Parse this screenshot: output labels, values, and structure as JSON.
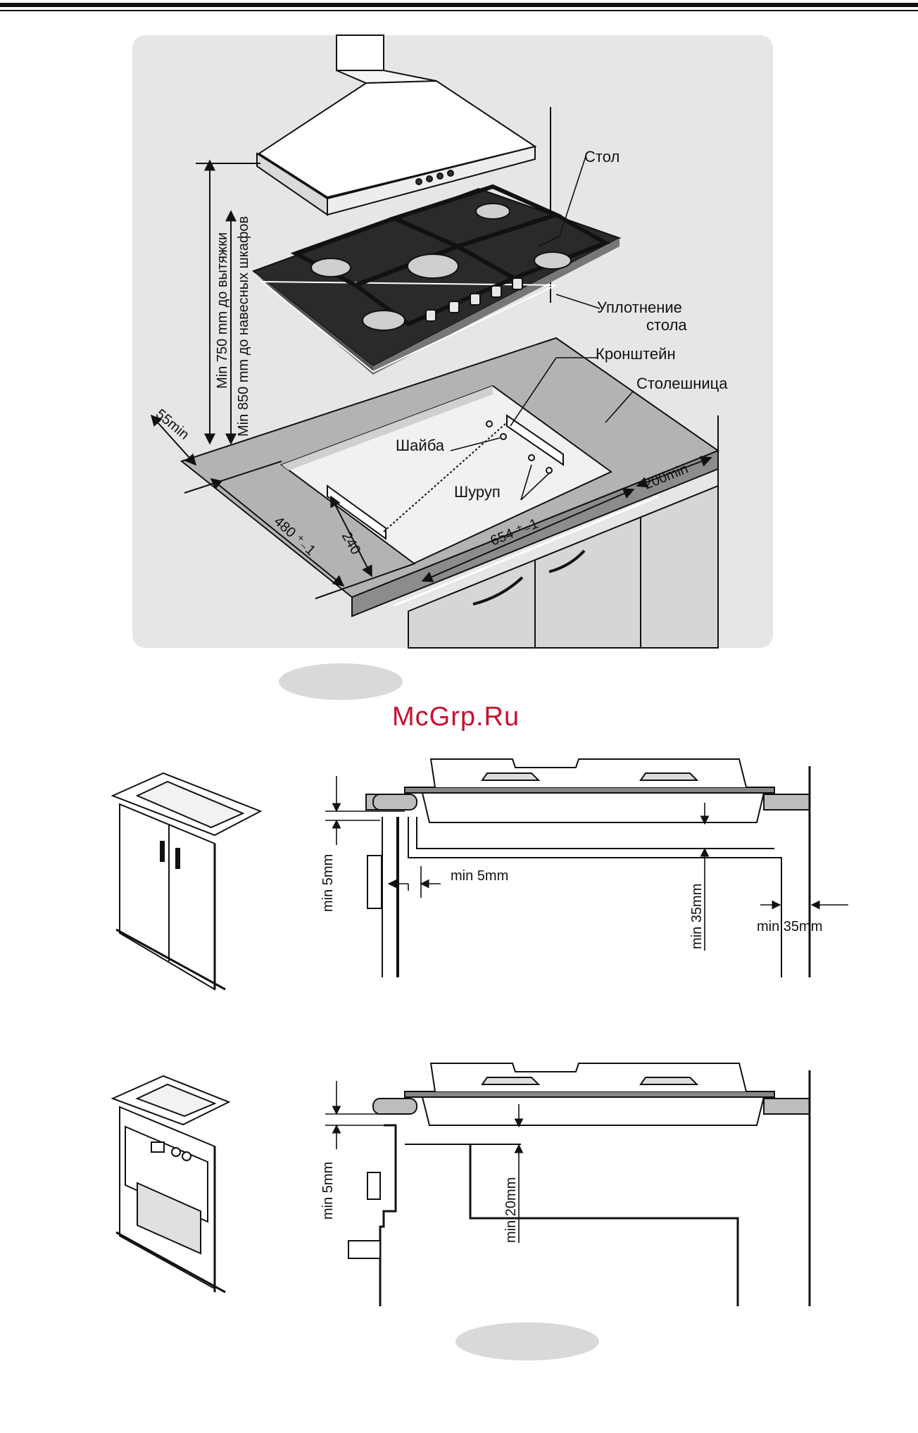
{
  "watermark": "McGrp.Ru",
  "figure1": {
    "labels": {
      "table": "Стол",
      "seal_line1": "Уплотнение",
      "seal_line2": "стола",
      "bracket": "Кронштейн",
      "countertop": "Столешница",
      "washer": "Шайба",
      "screw": "Шуруп"
    },
    "dimensions": {
      "hood_height": "Min 750 mm до вытяжки",
      "cabinet_height": "Min 850 mm до навесных шкафов",
      "front_margin": "55min",
      "depth": "480 ⁺₋1",
      "bracket_offset": "240",
      "width": "654 ⁺₋1",
      "side_margin": "200min"
    }
  },
  "figure2": {
    "dimensions": {
      "top_gap": "min 5mm",
      "side_gap": "min 5mm",
      "bottom_gap": "min 35mm",
      "wall_gap": "min 35mm"
    }
  },
  "figure3": {
    "dimensions": {
      "top_gap": "min 5mm",
      "bottom_gap": "min 20mm"
    }
  }
}
